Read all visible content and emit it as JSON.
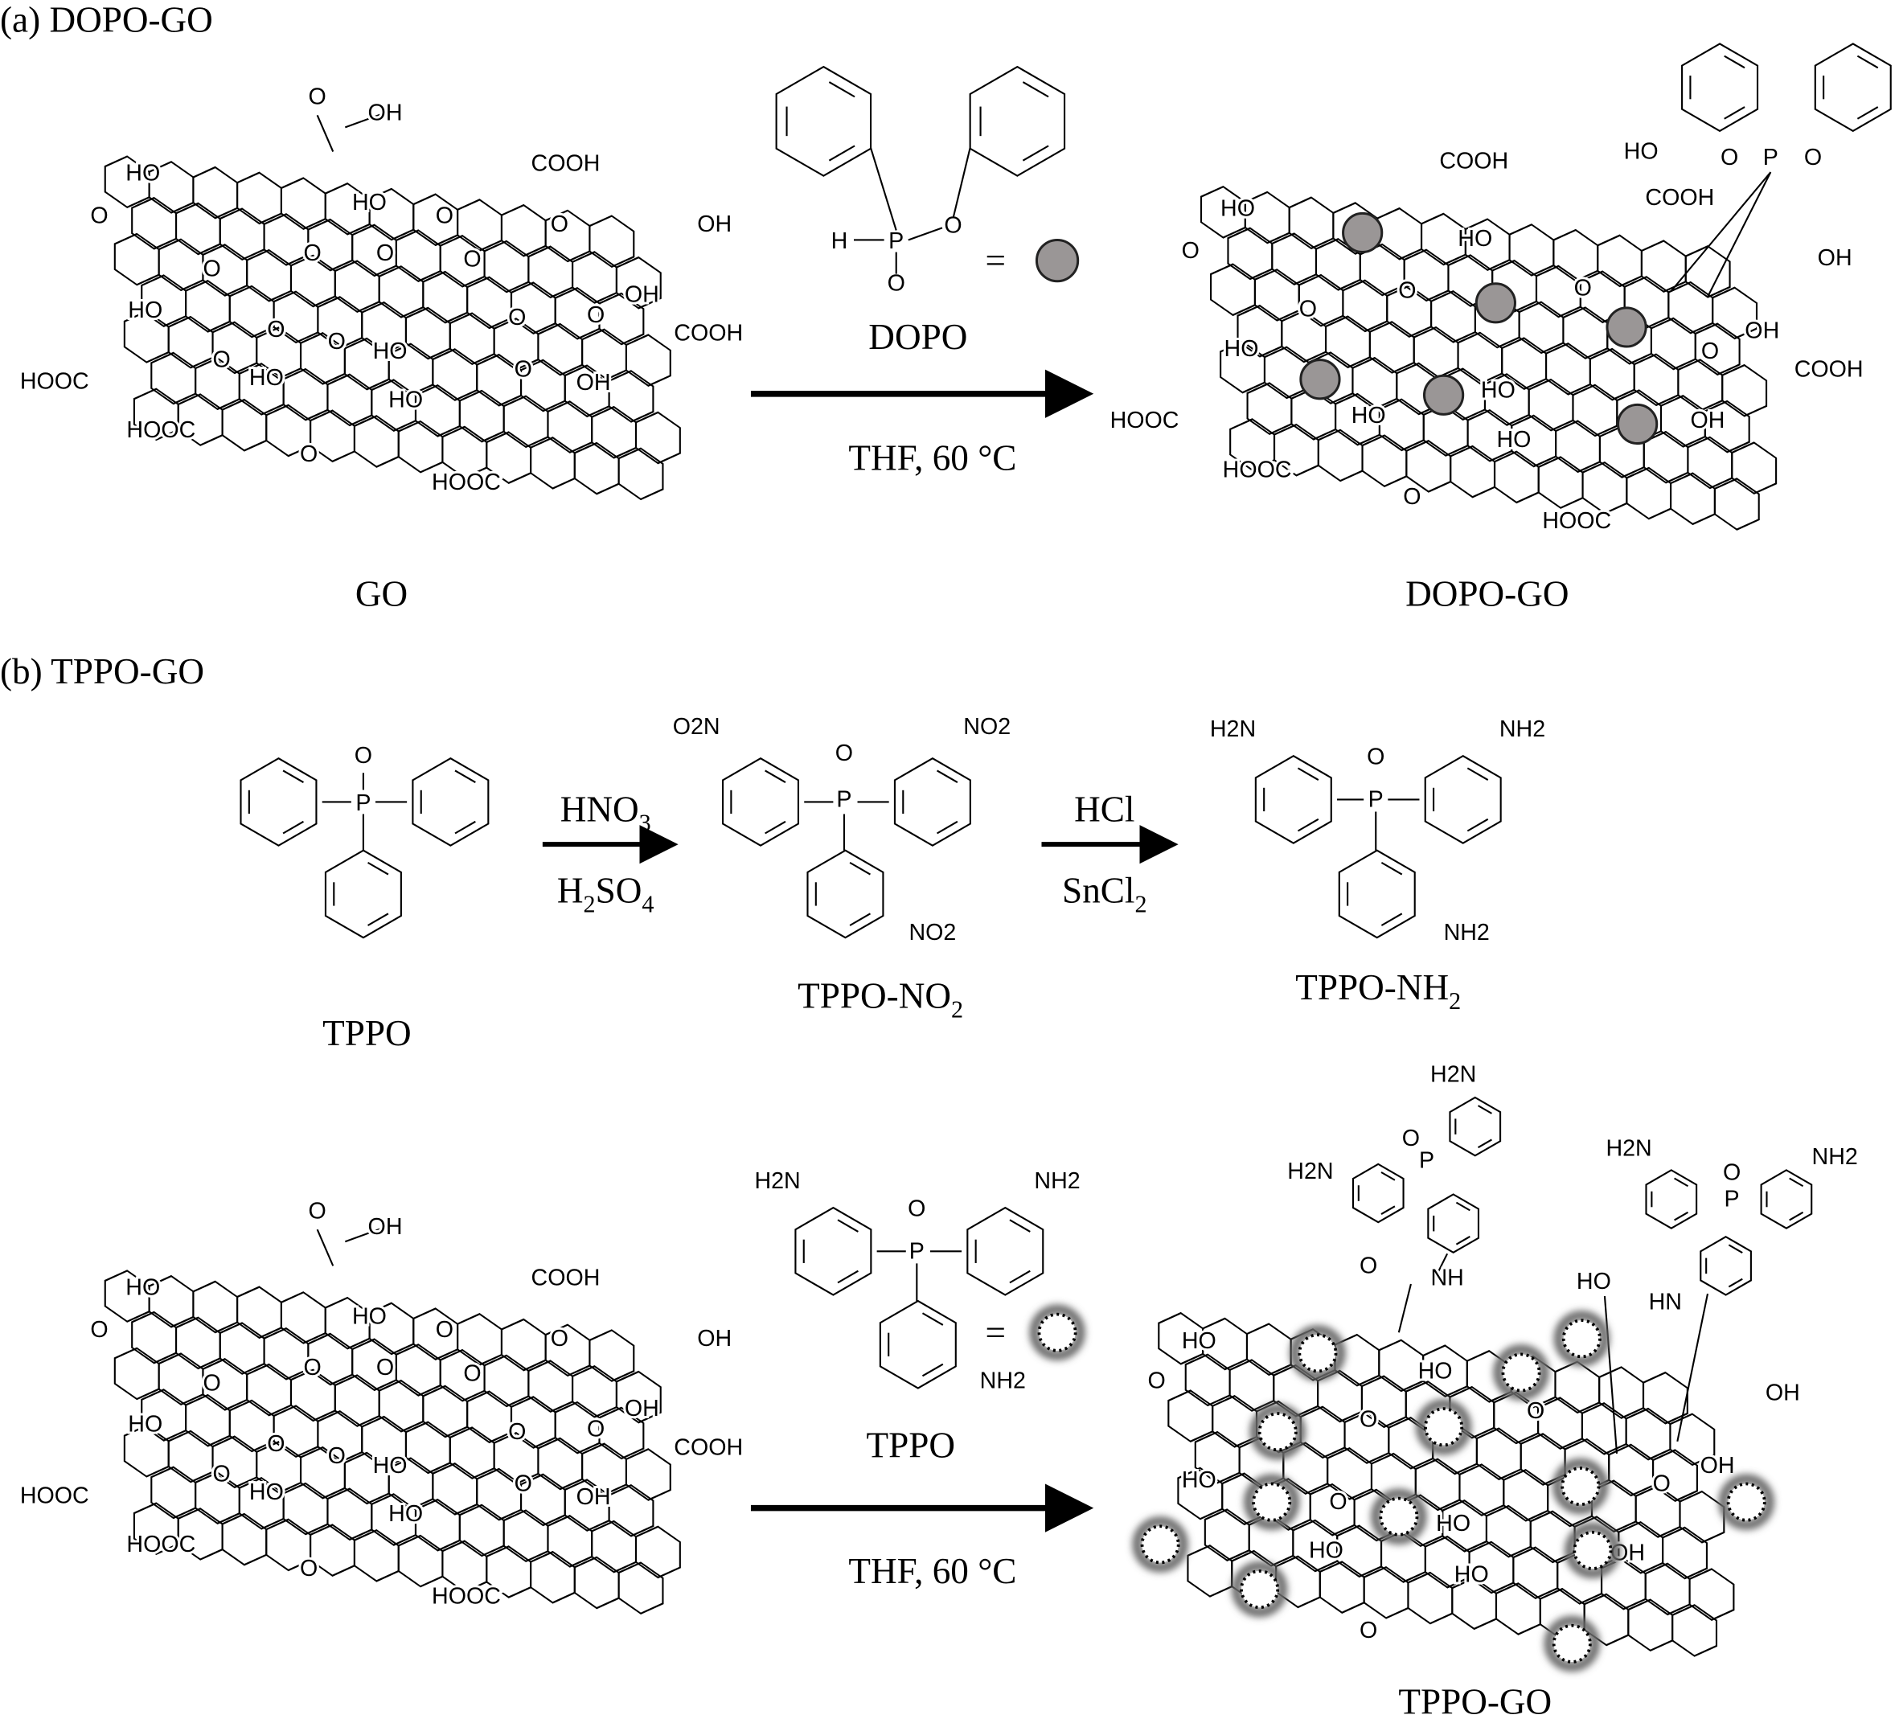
{
  "panel_a": {
    "title": "(a) DOPO-GO",
    "go_label": "GO",
    "dopo_label": "DOPO",
    "dopo_atoms": {
      "h": "H",
      "p": "P",
      "o_ring": "O",
      "o_double": "O",
      "equals": "="
    },
    "conditions": "THF, 60 °C",
    "product_label": "DOPO-GO",
    "product_groups": [
      "HO",
      "O",
      "P",
      "O",
      "COOH",
      "COOH",
      "HO",
      "HO",
      "OH",
      "O",
      "O",
      "O",
      "O",
      "OH",
      "HO",
      "COOH",
      "O",
      "HOOC",
      "HO",
      "HO",
      "OH",
      "HO",
      "HOOC",
      "O",
      "HOOC"
    ]
  },
  "go_sheet_groups": [
    "O",
    "OH",
    "HO",
    "COOH",
    "O",
    "HO",
    "O",
    "O",
    "OH",
    "O",
    "O",
    "O",
    "O",
    "HO",
    "O",
    "O",
    "O",
    "OH",
    "COOH",
    "HOOC",
    "O",
    "O",
    "O",
    "HO",
    "HO",
    "OH",
    "HO",
    "HOOC",
    "O",
    "HOOC"
  ],
  "panel_b": {
    "title": "(b) TPPO-GO",
    "tppo_label": "TPPO",
    "tppo_atoms": {
      "o": "O",
      "p": "P"
    },
    "step1": {
      "reagent1": "HNO",
      "reagent1_sub": "3",
      "reagent2_pre": "H",
      "reagent2_sub1": "2",
      "reagent2_post": "SO",
      "reagent2_sub2": "4"
    },
    "tppo_no2": {
      "label": "TPPO-NO",
      "label_sub": "2",
      "groups": [
        "O2N",
        "NO2",
        "O",
        "P",
        "NO2"
      ]
    },
    "step2": {
      "reagent1": "HCl",
      "reagent2": "SnCl",
      "reagent2_sub": "2"
    },
    "tppo_nh2": {
      "label": "TPPO-NH",
      "label_sub": "2",
      "groups": [
        "H2N",
        "NH2",
        "O",
        "P",
        "NH2"
      ]
    },
    "tppo_amine": {
      "label": "TPPO",
      "groups": [
        "H2N",
        "NH2",
        "O",
        "P",
        "NH2"
      ],
      "equals": "="
    },
    "conditions": "THF, 60 °C",
    "product_label": "TPPO-GO",
    "product_groups": [
      "H2N",
      "O",
      "P",
      "H2N",
      "O",
      "NH",
      "H2N",
      "NH2",
      "O",
      "P",
      "HN",
      "HO",
      "HO",
      "OH",
      "O",
      "HO",
      "O",
      "O",
      "HO",
      "O",
      "O",
      "OH",
      "HO",
      "HO",
      "OH",
      "HO",
      "O"
    ]
  },
  "colors": {
    "dopo_marker": "#9a9696",
    "tppo_marker_glow": "#6b6b6b",
    "ink": "#000000"
  }
}
